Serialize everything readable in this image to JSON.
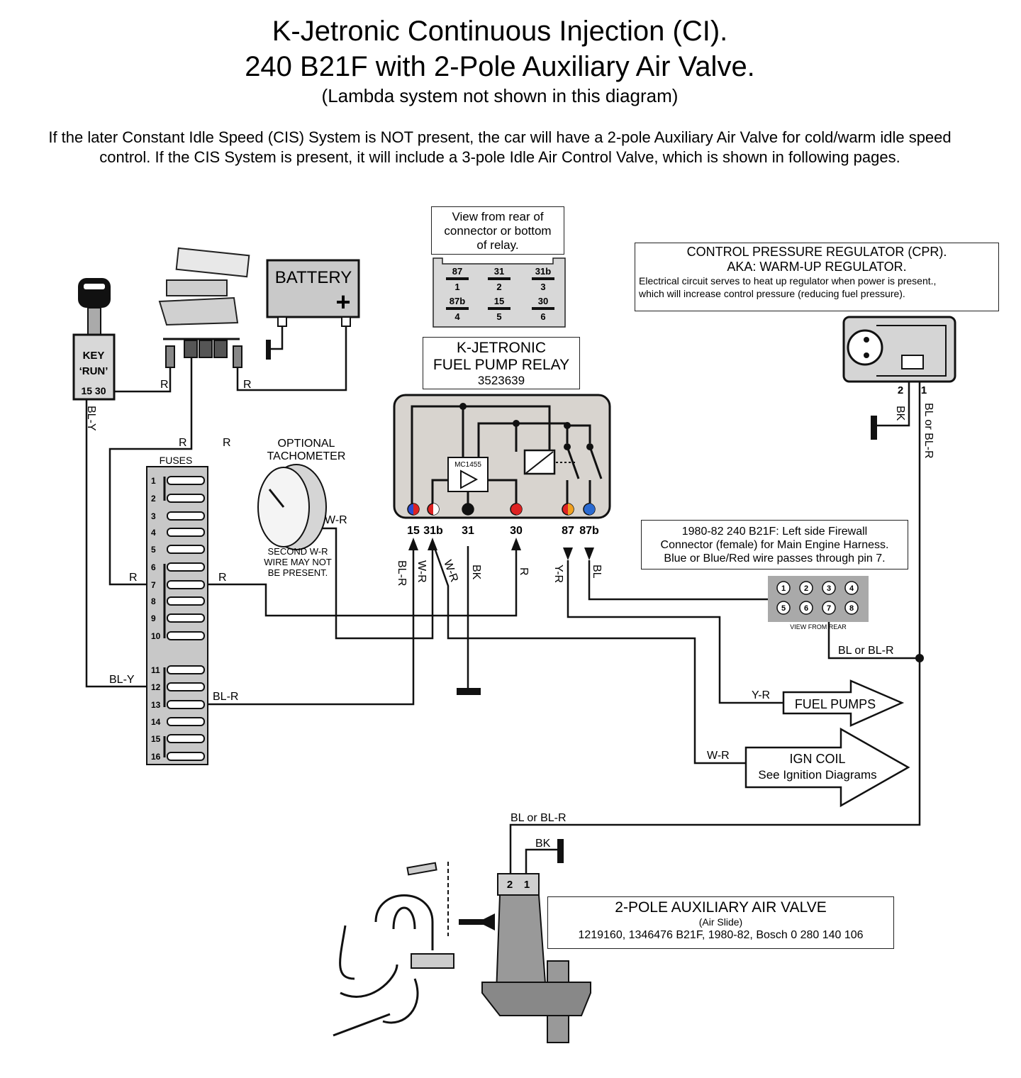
{
  "header": {
    "title_line1": "K-Jetronic Continuous Injection (CI).",
    "title_line2": "240 B21F with 2-Pole Auxiliary Air Valve.",
    "subtitle": "(Lambda system not shown in this diagram)",
    "intro": "If the later Constant Idle Speed (CIS) System is NOT present, the car will have a 2-pole Auxiliary Air Valve for cold/warm idle speed control. If the CIS System is present, it will include a 3-pole Idle Air Control Valve, which is shown in following pages."
  },
  "connector_view": {
    "caption_line1": "View from rear of",
    "caption_line2": "connector or bottom",
    "caption_line3": "of relay.",
    "pins": [
      {
        "label": "87",
        "num": "1"
      },
      {
        "label": "31",
        "num": "2"
      },
      {
        "label": "31b",
        "num": "3"
      },
      {
        "label": "87b",
        "num": "4"
      },
      {
        "label": "15",
        "num": "5"
      },
      {
        "label": "30",
        "num": "6"
      }
    ]
  },
  "relay": {
    "label_line1": "K-JETRONIC",
    "label_line2": "FUEL PUMP RELAY",
    "part_number": "3523639",
    "chip": "MC1455",
    "terminals": [
      "15",
      "31b",
      "31",
      "30",
      "87",
      "87b"
    ]
  },
  "key": {
    "label_line1": "KEY",
    "label_line2": "‘RUN’",
    "terminals": "15  30"
  },
  "battery": {
    "label": "BATTERY",
    "plus": "+"
  },
  "fuses": {
    "label": "FUSES",
    "numbers": [
      "1",
      "2",
      "3",
      "4",
      "5",
      "6",
      "7",
      "8",
      "9",
      "10",
      "11",
      "12",
      "13",
      "14",
      "15",
      "16"
    ]
  },
  "tachometer": {
    "label_line1": "OPTIONAL",
    "label_line2": "TACHOMETER",
    "note_line1": "SECOND W-R",
    "note_line2": "WIRE MAY NOT",
    "note_line3": "BE PRESENT."
  },
  "cpr": {
    "title": "CONTROL PRESSURE REGULATOR (CPR).",
    "aka": "AKA: WARM-UP REGULATOR.",
    "desc_line1": "Electrical circuit serves to heat up regulator when power is present.,",
    "desc_line2": "which will increase control pressure (reducing fuel pressure).",
    "pin2": "2",
    "pin1": "1"
  },
  "firewall": {
    "line1": "1980-82 240 B21F:  Left side Firewall",
    "line2": "Connector (female) for Main Engine Harness.",
    "line3": "Blue or Blue/Red wire passes through pin 7.",
    "pins": [
      "1",
      "2",
      "3",
      "4",
      "5",
      "6",
      "7",
      "8"
    ],
    "view_label": "VIEW FROM REAR"
  },
  "outputs": {
    "fuel_pumps": "FUEL PUMPS",
    "ign_coil": "IGN COIL",
    "ign_coil_sub": "See Ignition Diagrams"
  },
  "aav": {
    "title": "2-POLE AUXILIARY AIR VALVE",
    "subtitle": "(Air Slide)",
    "parts": "1219160, 1346476 B21F, 1980-82,  Bosch 0 280 140 106",
    "pin2": "2",
    "pin1": "1"
  },
  "wire_labels": {
    "bl_y_vert": "BL-Y",
    "r_key": "R",
    "r_batt": "R",
    "r_a": "R",
    "r_b": "R",
    "r_fuse7_left": "R",
    "r_fuse7_right": "R",
    "bl_y_fuse12": "BL-Y",
    "bl_r_fuse13": "BL-R",
    "w_r_tach": "W-R",
    "relay_bl_r": "BL-R",
    "relay_w_r_a": "W-R",
    "relay_w_r_b": "W-R",
    "relay_bk": "BK",
    "relay_r": "R",
    "relay_y_r": "Y-R",
    "relay_bl": "BL",
    "cpr_bk": "BK",
    "cpr_bl": "BL or BL-R",
    "junction_bl": "BL or BL-R",
    "fuel_y_r": "Y-R",
    "ign_w_r": "W-R",
    "aav_bl": "BL or BL-R",
    "aav_bk": "BK"
  }
}
